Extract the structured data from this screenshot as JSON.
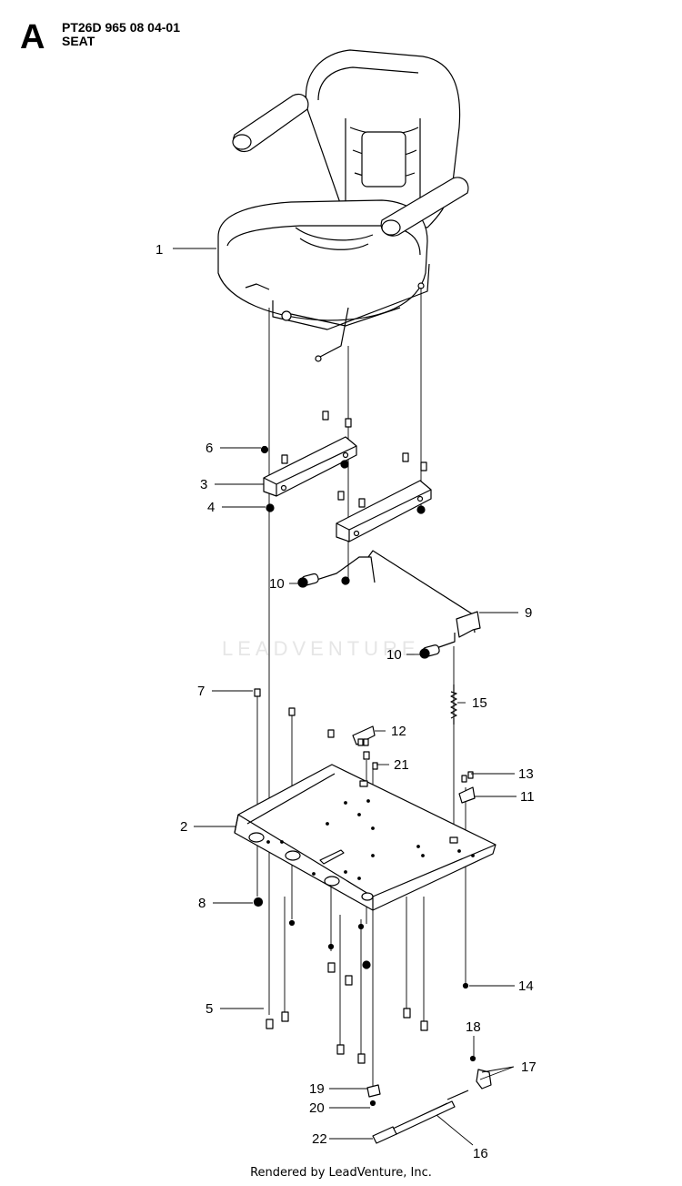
{
  "header": {
    "letter": "A",
    "code": "PT26D 965 08 04-01",
    "title": "SEAT"
  },
  "watermark": "LEADVENTURE",
  "footer": "Rendered by LeadVenture, Inc.",
  "callouts": [
    {
      "id": "c1",
      "label": "1"
    },
    {
      "id": "c6",
      "label": "6"
    },
    {
      "id": "c3",
      "label": "3"
    },
    {
      "id": "c4",
      "label": "4"
    },
    {
      "id": "c10a",
      "label": "10"
    },
    {
      "id": "c9",
      "label": "9"
    },
    {
      "id": "c10b",
      "label": "10"
    },
    {
      "id": "c7",
      "label": "7"
    },
    {
      "id": "c15",
      "label": "15"
    },
    {
      "id": "c12",
      "label": "12"
    },
    {
      "id": "c21",
      "label": "21"
    },
    {
      "id": "c13",
      "label": "13"
    },
    {
      "id": "c11",
      "label": "11"
    },
    {
      "id": "c2",
      "label": "2"
    },
    {
      "id": "c8",
      "label": "8"
    },
    {
      "id": "c14",
      "label": "14"
    },
    {
      "id": "c5",
      "label": "5"
    },
    {
      "id": "c18",
      "label": "18"
    },
    {
      "id": "c17",
      "label": "17"
    },
    {
      "id": "c19",
      "label": "19"
    },
    {
      "id": "c20",
      "label": "20"
    },
    {
      "id": "c22",
      "label": "22"
    },
    {
      "id": "c16",
      "label": "16"
    }
  ]
}
